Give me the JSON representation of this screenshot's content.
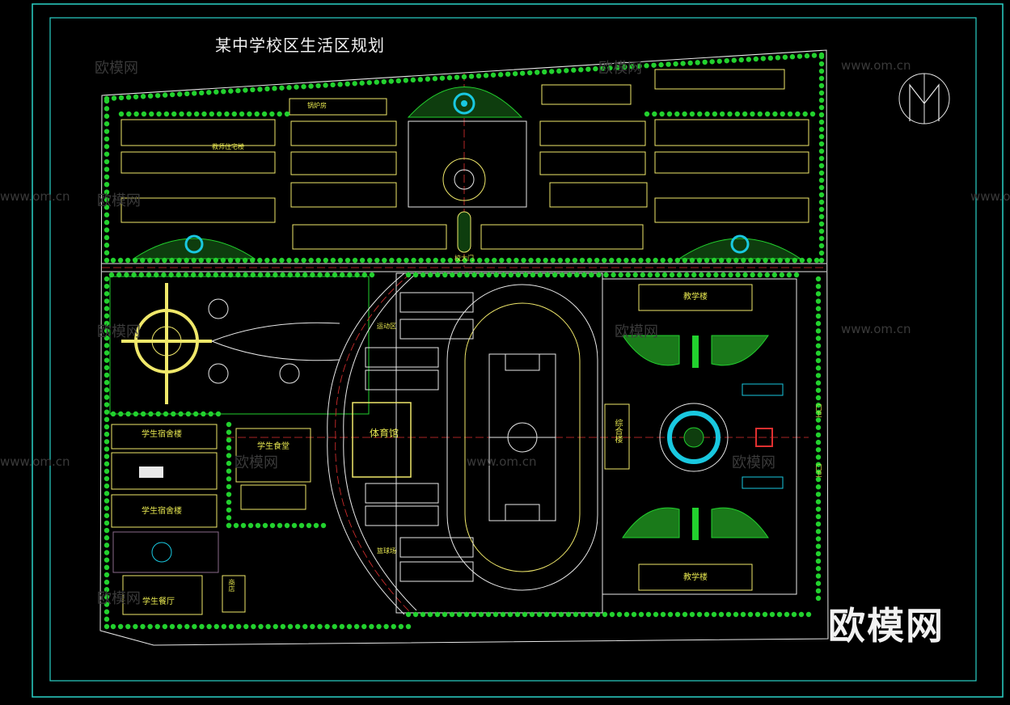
{
  "drawing": {
    "title": "某中学校区生活区规划",
    "colors": {
      "background": "#000000",
      "frame": "#2ad2c8",
      "site_boundary": "#ffffff",
      "trees": "#22d12e",
      "buildings": "#f0e86a",
      "axis_lines": "#e03030",
      "roads": "#ffffff",
      "fountain": "#19c8e0"
    },
    "labels": {
      "football_gym": "体育馆",
      "canteen": "学生食堂",
      "teaching_building": "教学楼",
      "admin": "综合楼",
      "student_canteen_south": "学生餐厅",
      "dorm_a": "学生宿舍楼",
      "dorm_b": "学生宿舍楼",
      "main_gate": "校大门",
      "gate_north": "门卫",
      "gate_east": "门卫",
      "teacher_housing": "教师住宅楼",
      "boiler": "锅炉房",
      "shop": "商店",
      "sports_area": "运动区",
      "basketball": "篮球场"
    }
  },
  "watermarks": {
    "site": "www.om.cn",
    "brand": "欧模网",
    "logo": "欧模网"
  }
}
